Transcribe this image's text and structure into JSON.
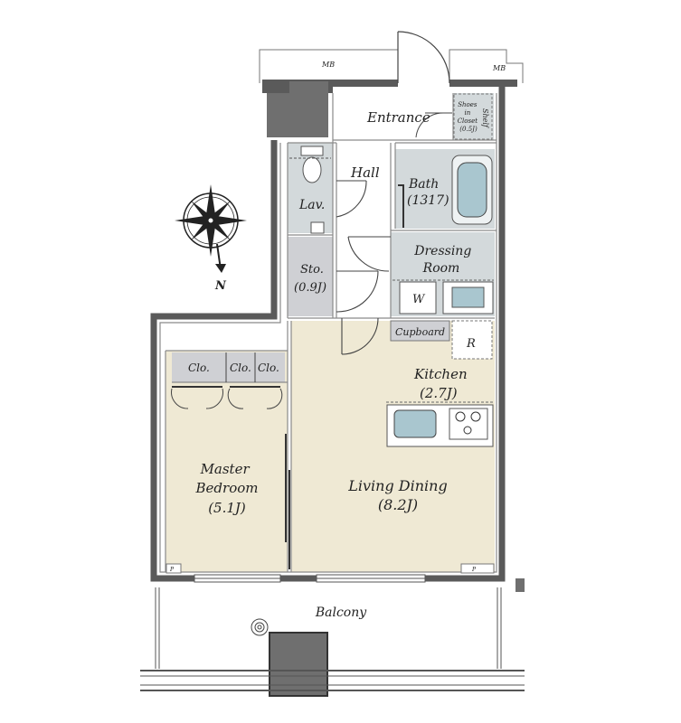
{
  "labels": {
    "mb_left": "MB",
    "mb_right": "MB",
    "entrance": "Entrance",
    "shoes_closet": [
      "Shoes",
      "in",
      "Closet",
      "(0.5J)"
    ],
    "shelf": "Shelf",
    "hall": "Hall",
    "lav": "Lav.",
    "bath": "Bath",
    "bath_size": "(1317)",
    "dressing_room": [
      "Dressing",
      "Room"
    ],
    "washer": "W",
    "storage": "Sto.",
    "storage_size": "(0.9J)",
    "cupboard": "Cupboard",
    "refrigerator": "R",
    "kitchen": "Kitchen",
    "kitchen_size": "(2.7J)",
    "closet_1": "Clo.",
    "closet_2": "Clo.",
    "closet_3": "Clo.",
    "master_bedroom": [
      "Master",
      "Bedroom"
    ],
    "master_bedroom_size": "(5.1J)",
    "living_dining": "Living Dining",
    "living_dining_size": "(8.2J)",
    "balcony": "Balcony",
    "pipe_left": "P",
    "pipe_right": "P",
    "compass_north": "N"
  },
  "colors": {
    "wall": "#5a5a5a",
    "wet_area": "#d3d9db",
    "storage_fill": "#cfd0d4",
    "living_floor": "#efe9d4",
    "appliance_blue": "#a9c6cf",
    "concrete": "#6f6f6f"
  }
}
